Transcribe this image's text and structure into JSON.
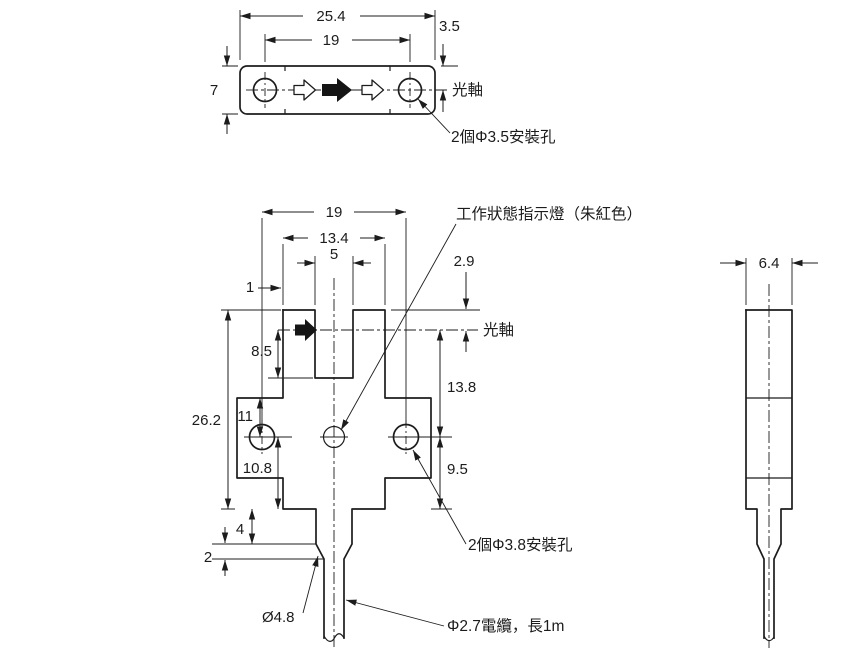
{
  "meta": {
    "background": "#ffffff",
    "line_color": "#1c1c1c"
  },
  "top_view": {
    "dims": {
      "overall_width": "25.4",
      "hole_spacing": "19",
      "axis_offset": "3.5",
      "thickness": "7"
    },
    "labels": {
      "optical_axis": "光軸",
      "mounting_holes": "2個Φ3.5安裝孔"
    }
  },
  "front_view": {
    "dims": {
      "hole_spacing": "19",
      "head_width": "13.4",
      "slot_width": "5",
      "edge_offset": "1",
      "axis_from_top": "2.9",
      "axis_to_slot_bottom": "8.5",
      "overall_height": "26.2",
      "tab_to_hole": "11",
      "hole_to_bottom_left": "10.8",
      "axis_to_hole": "13.8",
      "hole_to_bottom_right": "9.5",
      "stem_length": "4",
      "taper_length": "2",
      "stem_diameter": "Ø4.8"
    },
    "labels": {
      "indicator": "工作狀態指示燈（朱紅色）",
      "optical_axis": "光軸",
      "mounting_holes": "2個Φ3.8安裝孔",
      "cable": "Φ2.7電纜，長1m"
    }
  },
  "side_view": {
    "dims": {
      "width": "6.4"
    }
  }
}
